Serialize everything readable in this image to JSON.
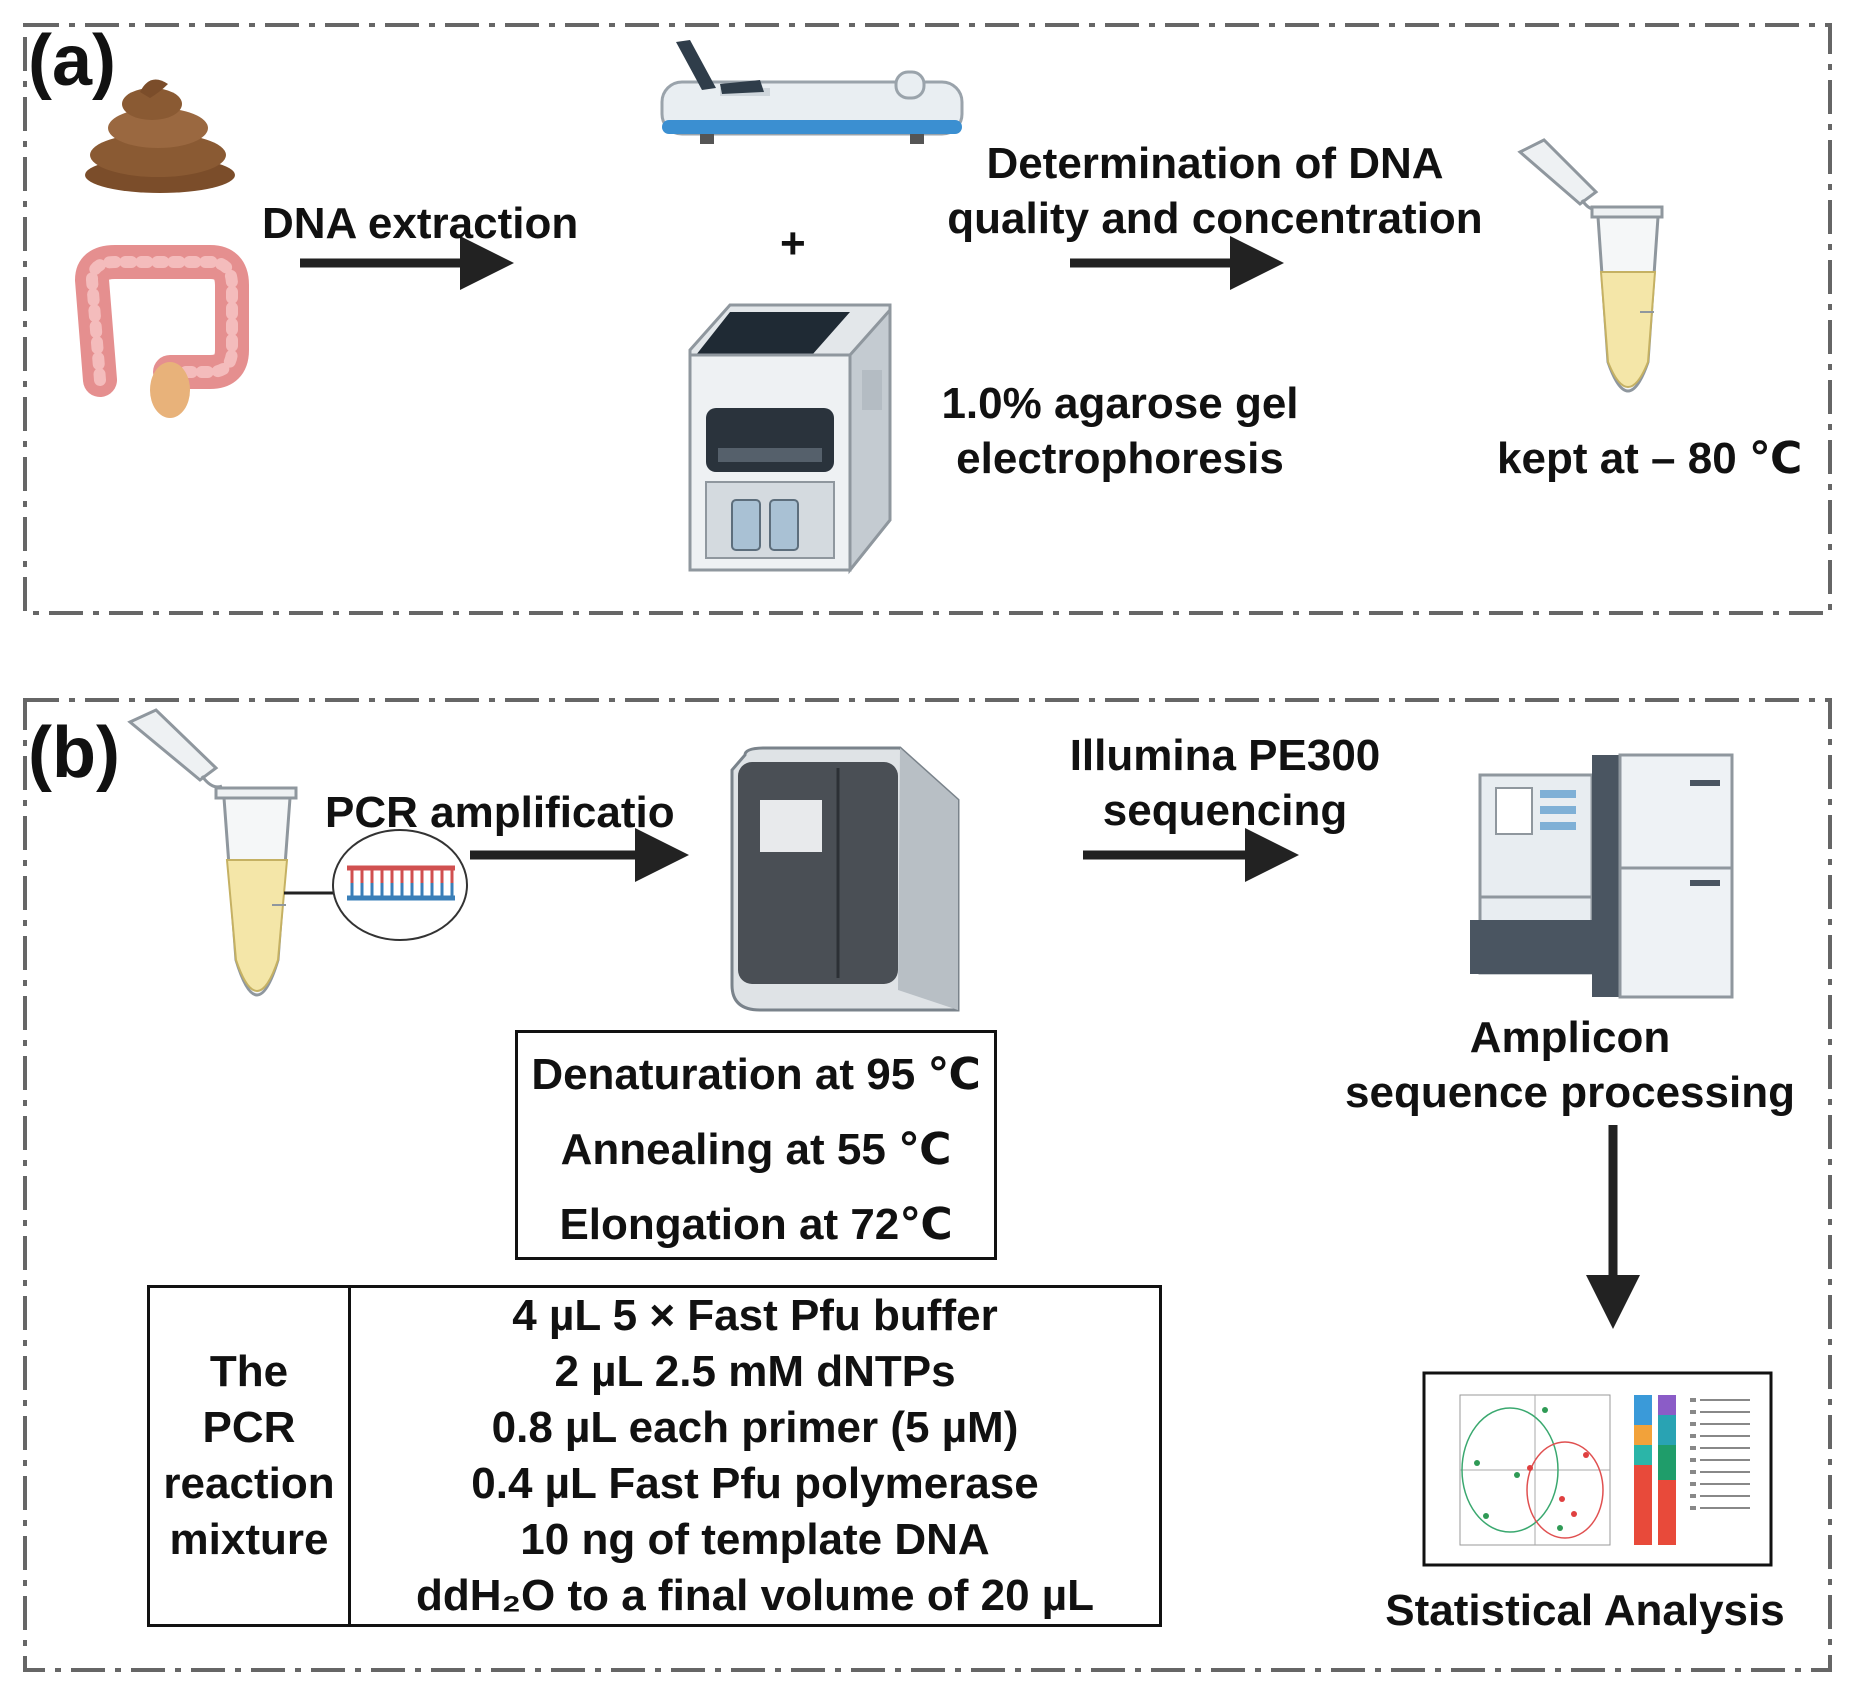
{
  "panel_a": {
    "label": "(a)",
    "step1": "DNA extraction",
    "plus": "+",
    "step2_line1": "Determination of DNA",
    "step2_line2": "quality and concentration",
    "gel_line1": "1.0% agarose gel",
    "gel_line2": "electrophoresis",
    "storage": "kept at – 80 ℃"
  },
  "panel_b": {
    "label": "(b)",
    "pcr": "PCR amplificatio",
    "seq_line1": "Illumina PE300",
    "seq_line2": "sequencing",
    "conditions": [
      "Denaturation at 95 ℃",
      "Annealing at 55 ℃",
      "Elongation at 72℃"
    ],
    "mixture_header": [
      "The",
      "PCR",
      "reaction",
      "mixture"
    ],
    "mixture_items": [
      "4 µL 5 × Fast Pfu buffer",
      "2 µL 2.5 mM dNTPs",
      "0.8 µL each primer (5 µM)",
      "0.4 µL Fast Pfu polymerase",
      "10 ng of template DNA",
      "ddH₂O to a final volume of 20 µL"
    ],
    "amplicon_line1": "Amplicon",
    "amplicon_line2": "sequence processing",
    "stats": "Statistical Analysis"
  },
  "colors": {
    "stool": "#8a5a33",
    "intestine": "#e99a9a",
    "arrow": "#222222",
    "tube_liquid": "#f4e6a8",
    "dashed_border": "#666666"
  }
}
